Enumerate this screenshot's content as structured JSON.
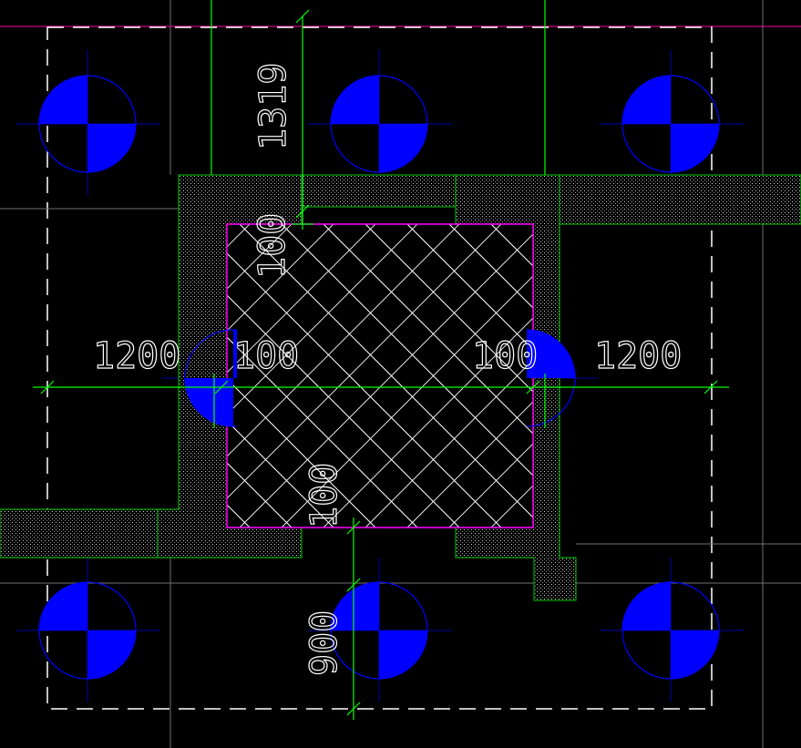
{
  "colors": {
    "background": "#000000",
    "column_fill": "#0000ff",
    "column_outline": "#0000ff",
    "axis_line": "#0000aa",
    "dimension_line": "#00ff00",
    "wall_outline": "#00ff00",
    "pit_outline": "#ff00ff",
    "hatch": "#ffffff",
    "boundary_dash": "#ffffff",
    "top_reference_line": "#ff00aa",
    "dimension_text": "#ffffff"
  },
  "icons": {
    "column": "pile-column-symbol-icon",
    "half_column": "half-pile-column-symbol-icon"
  },
  "dimensions": {
    "top_offset": "1319",
    "pit_top_wall": "100",
    "left_span": "1200",
    "left_wall": "100",
    "right_wall": "100",
    "right_span": "1200",
    "pit_bottom_wall": "100",
    "bottom_offset": "900"
  }
}
